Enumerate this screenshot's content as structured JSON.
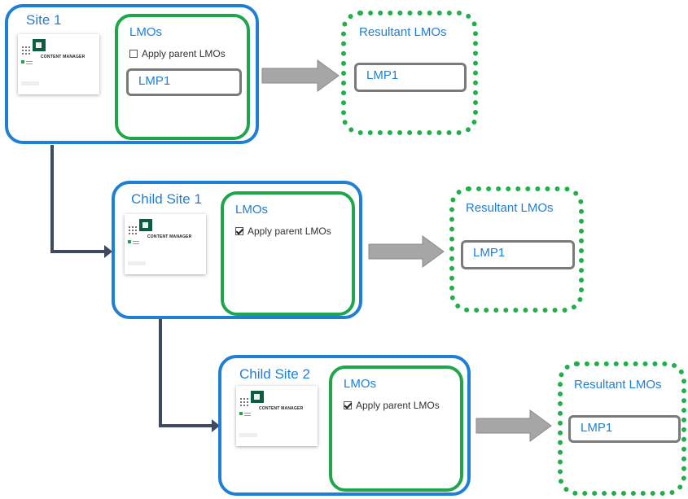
{
  "sites": [
    {
      "title": "Site 1",
      "thumbnail_label": "CONTENT MANAGER",
      "lmos_title": "LMOs",
      "apply_parent_label": "Apply parent LMOs",
      "apply_parent_checked": false,
      "policy_label": "LMP1",
      "resultant_title": "Resultant LMOs",
      "resultant_policy": "LMP1"
    },
    {
      "title": "Child Site 1",
      "thumbnail_label": "CONTENT MANAGER",
      "lmos_title": "LMOs",
      "apply_parent_label": "Apply parent LMOs",
      "apply_parent_checked": true,
      "resultant_title": "Resultant LMOs",
      "resultant_policy": "LMP1"
    },
    {
      "title": "Child Site 2",
      "thumbnail_label": "CONTENT MANAGER",
      "lmos_title": "LMOs",
      "apply_parent_label": "Apply parent LMOs",
      "apply_parent_checked": true,
      "resultant_title": "Resultant LMOs",
      "resultant_policy": "LMP1"
    }
  ],
  "colors": {
    "site_border": "#1e7fd6",
    "lmo_border": "#1fa64a",
    "result_border": "#1fb04a",
    "connector": "#3e4a5e",
    "arrow_fill": "#a6a6a6"
  }
}
